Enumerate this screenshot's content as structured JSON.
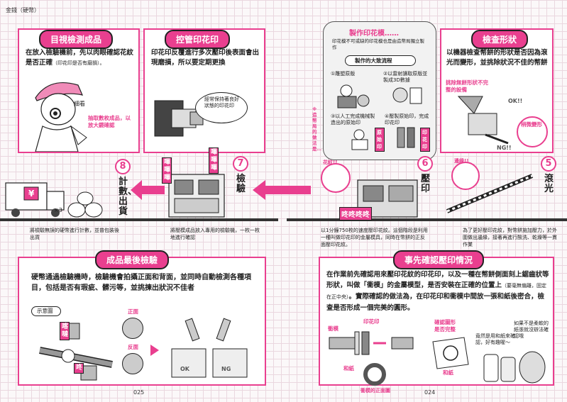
{
  "running_head": "金錢（硬幣）",
  "page_numbers": {
    "left": "025",
    "right": "024"
  },
  "colors": {
    "accent": "#e93f8f",
    "grid": "#ead7df",
    "ink": "#222222"
  },
  "visual_check": {
    "title": "目視檢測成品",
    "text": "在放入檢驗機前，先以肉眼確認花紋是否正確",
    "note": "（印花印是否有磨損）。",
    "speech": "細看",
    "label": "抽取數枚成品，以放大鏡確認"
  },
  "stamp_control": {
    "title": "控管印花印",
    "text": "印花印反覆進行多次壓印後表面會出現磨損，所以要定期更換",
    "speech": "經常保持著良好狀態的印花印"
  },
  "making_stamp": {
    "title": "製作印花模……",
    "desc": "印花模不可或缺的印花模也是由造幣局獨立製作",
    "flow_title": "製作的大致流程",
    "steps": [
      "①雕塑原版",
      "②以雷射讀取原版並製成3D數據",
      "③以人工完成機械製造出的原始印",
      "④壓製原始印，完成印花印"
    ],
    "labels": [
      "原始印",
      "印花印"
    ],
    "side_note": "※造幣局的做法是…"
  },
  "shape_check": {
    "title": "檢查形狀",
    "text": "以機器檢查幣餅的形狀是否因為滾光而變形，並挑除狀況不佳的幣餅",
    "label1": "挑除無餅形狀不完整的設備",
    "label2": "稍微變形",
    "ok": "OK!!",
    "ng": "NG!!"
  },
  "steps": [
    {
      "num": "8",
      "label": "計數、出貨",
      "caption": "將檢驗無誤的硬幣進行計數，並普包裝後出貨"
    },
    {
      "num": "7",
      "label": "檢驗",
      "caption": "將壓模成品放入專用的檢驗機，一枚一枚地進行確認"
    },
    {
      "num": "6",
      "label": "壓印",
      "caption": "以1分鐘750枚的速度壓印花紋。這個階段是利用一種叫做印花印的金屬模具，同時在幣餅的正反面壓印花紋。"
    },
    {
      "num": "5",
      "label": "滾光",
      "caption": "為了更好壓印花紋，對幣餅施加壓力，於外圍做出邊緣，接著再進行酸洗、乾燥等一貫作業"
    }
  ],
  "scene": {
    "truck_mark": "¥",
    "x3": "×3",
    "flower": "花紋!!",
    "rim": "邊緣!!",
    "sfx_stamp": "咚咚咚咚",
    "sfx_7": "嗶嗶嗶"
  },
  "final_check": {
    "title": "成品最後檢驗",
    "text": "硬幣通過檢驗機時，檢驗機會拍攝正面和背面，並同時自動檢測各種項目，包括是否有瑕疵、髒污等，並挑揀出狀況不佳者",
    "diagram_label": "示意圖",
    "front": "正面",
    "back": "反面",
    "ok": "OK",
    "ng": "NG",
    "sfx": [
      "喀噠",
      "咚"
    ]
  },
  "confirm_stamp": {
    "title": "事先確認壓印情況",
    "text1": "在作業前先確認用來壓印花紋的印花印，以及一種在幣餅側面刻上鋸齒狀等形狀，叫做「衝模」的金屬模型，是否安裝在正確的位置上",
    "text1_note": "（要毫無偏離，固定在正中央）",
    "text2": "。實際確認的做法為，在印花印和衝模中間放一張和紙後密合，檢查是否形成一個完美的圓形。",
    "labels": {
      "punch": "衝模",
      "stamp": "印花印",
      "paper1": "和紙",
      "paper2": "和紙",
      "punch_front": "衝模的正面圖",
      "check": "確認圖形是否完整"
    },
    "speech1": "竟然是用和紙來確認，好有趣喔～",
    "speech2": "如果不是柔軟的紙張就沒辦法確認哦"
  }
}
